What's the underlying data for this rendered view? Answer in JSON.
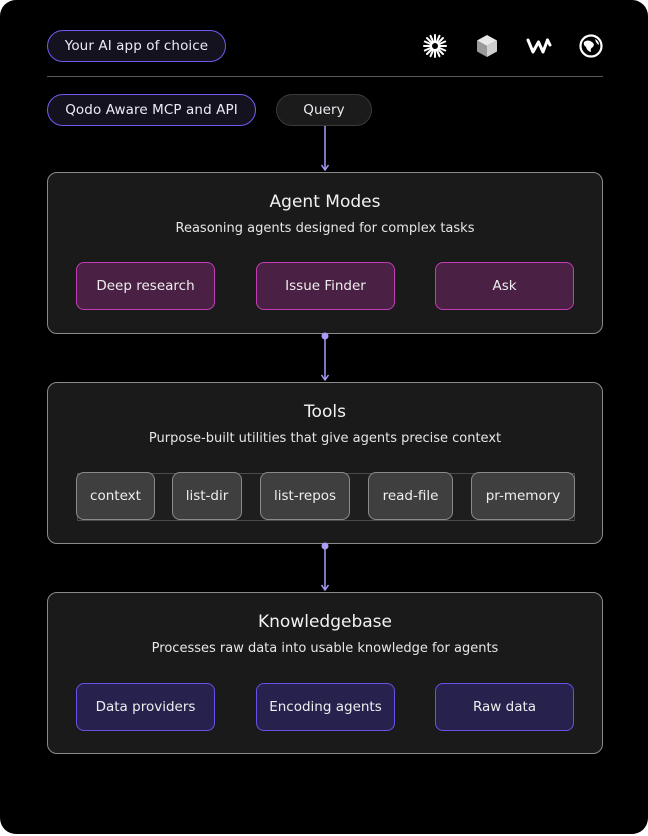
{
  "header": {
    "app_pill": "Your AI app of choice",
    "mcp_pill": "Qodo Aware MCP and API",
    "query_pill": "Query",
    "icons": [
      "sparkle-icon",
      "cube-icon",
      "windsurf-icon",
      "globe-icon"
    ]
  },
  "agent_modes": {
    "title": "Agent Modes",
    "subtitle": "Reasoning agents designed for complex tasks",
    "items": [
      "Deep research",
      "Issue Finder",
      "Ask"
    ]
  },
  "tools": {
    "title": "Tools",
    "subtitle": "Purpose-built utilities that give agents precise context",
    "items": [
      "context",
      "list-dir",
      "list-repos",
      "read-file",
      "pr-memory"
    ]
  },
  "knowledgebase": {
    "title": "Knowledgebase",
    "subtitle": "Processes raw data into usable knowledge for agents",
    "items": [
      "Data providers",
      "Encoding agents",
      "Raw data"
    ]
  },
  "colors": {
    "background": "#000000",
    "accent_purple": "#6e5cf0",
    "agent_magenta": "#c23cb6",
    "connector": "#a99cf5"
  }
}
